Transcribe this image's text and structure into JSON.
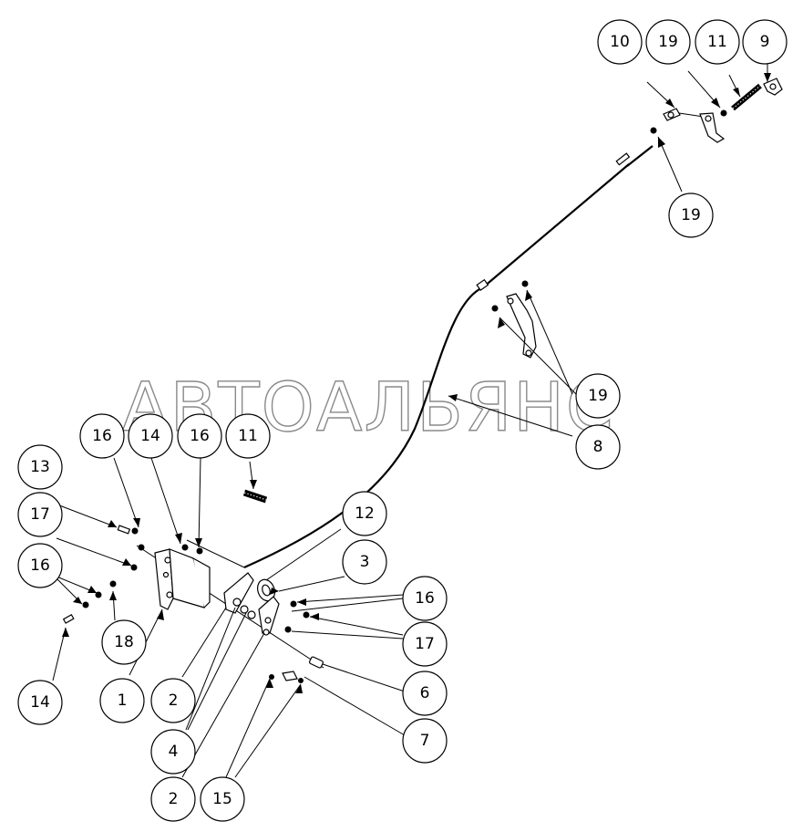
{
  "watermark": "АВТОАЛЬЯНС",
  "callouts": [
    {
      "id": "c10",
      "label": "10"
    },
    {
      "id": "c19a",
      "label": "19"
    },
    {
      "id": "c11a",
      "label": "11"
    },
    {
      "id": "c9",
      "label": "9"
    },
    {
      "id": "c19b",
      "label": "19"
    },
    {
      "id": "c19c",
      "label": "19"
    },
    {
      "id": "c8",
      "label": "8"
    },
    {
      "id": "c16a",
      "label": "16"
    },
    {
      "id": "c14a",
      "label": "14"
    },
    {
      "id": "c16b",
      "label": "16"
    },
    {
      "id": "c11b",
      "label": "11"
    },
    {
      "id": "c13",
      "label": "13"
    },
    {
      "id": "c12",
      "label": "12"
    },
    {
      "id": "c17a",
      "label": "17"
    },
    {
      "id": "c3",
      "label": "3"
    },
    {
      "id": "c16c",
      "label": "16"
    },
    {
      "id": "c16d",
      "label": "16"
    },
    {
      "id": "c17b",
      "label": "17"
    },
    {
      "id": "c18",
      "label": "18"
    },
    {
      "id": "c14b",
      "label": "14"
    },
    {
      "id": "c1",
      "label": "1"
    },
    {
      "id": "c2a",
      "label": "2"
    },
    {
      "id": "c6",
      "label": "6"
    },
    {
      "id": "c4",
      "label": "4"
    },
    {
      "id": "c7",
      "label": "7"
    },
    {
      "id": "c2b",
      "label": "2"
    },
    {
      "id": "c15",
      "label": "15"
    }
  ]
}
